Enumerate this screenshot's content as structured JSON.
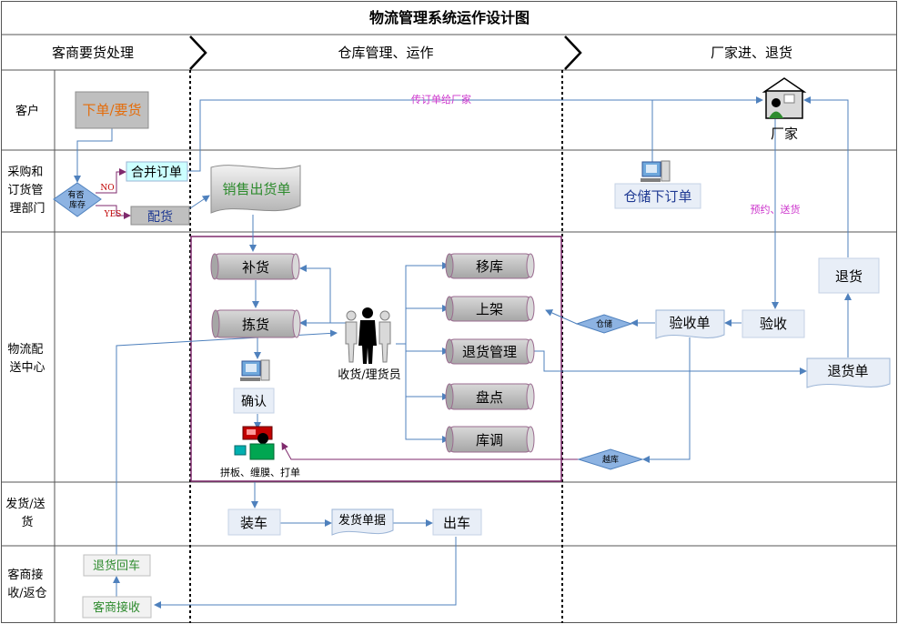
{
  "title": "物流管理系统运作设计图",
  "columns": {
    "customer": "客商要货处理",
    "warehouse": "仓库管理、运作",
    "vendor": "厂家进、退货"
  },
  "rows": {
    "customer": "客户",
    "purchase": [
      "采购和",
      "订货管",
      "理部门"
    ],
    "center": [
      "物流配",
      "送中心"
    ],
    "ship": [
      "发货/送",
      "货"
    ],
    "receive": [
      "客商接",
      "收/返仓"
    ]
  },
  "nodes": {
    "order": "下单/要货",
    "stock_check": [
      "有否",
      "库存"
    ],
    "merge_order": "合并订单",
    "allocate": "配货",
    "sales_slip": "销售出货单",
    "warehouse_order": "仓储下订单",
    "vendor": "厂家",
    "replenish": "补货",
    "pick": "拣货",
    "confirm": "确认",
    "pack": "拼板、缠膜、打单",
    "staff": "收货/理货员",
    "move": "移库",
    "shelve": "上架",
    "return_mgmt": "退货管理",
    "inventory": "盘点",
    "transfer": "库调",
    "storage": "仓储",
    "over_stock": "越库",
    "inspection_slip": "验收单",
    "inspection": "验收",
    "vendor_return": "退货",
    "return_slip": "退货单",
    "loading": "装车",
    "shipping_doc": "发货单据",
    "departure": "出车",
    "return_truck": "退货回车",
    "merchant_receive": "客商接收"
  },
  "edge_labels": {
    "no": "NO",
    "yes": "YES",
    "send_to_vendor": "传订单给厂家",
    "booking": "预约、送货"
  },
  "colors": {
    "grid": "#555555",
    "arrow": "#4f81bd",
    "magenta": "#cc33cc",
    "red_label": "#c00000",
    "lane_border": "#7f2a6d",
    "order_text": "#e46c0a",
    "green_text": "#2e8b2e",
    "blue_text": "#1f3a93",
    "box_fill": "#e8eef7",
    "box_stroke": "#9bb4d6",
    "cyl_fill": "#c8c8c8",
    "diamond_fill": "#8db3e2",
    "teal_fill": "#ccffff"
  }
}
